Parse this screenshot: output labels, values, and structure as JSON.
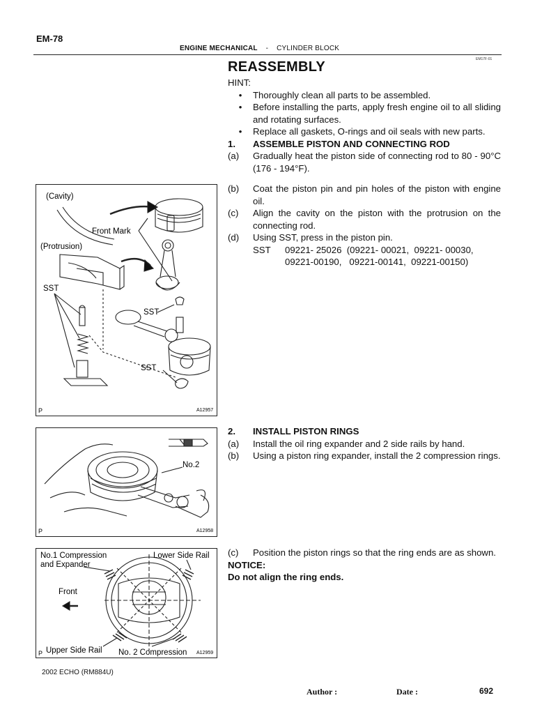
{
  "header": {
    "page_code": "EM-78",
    "section": "ENGINE MECHANICAL",
    "separator": "-",
    "subsection": "CYLINDER BLOCK",
    "doc_id": "EM17F-01"
  },
  "title": "REASSEMBLY",
  "hint": {
    "label": "HINT:",
    "bullets": [
      "Thoroughly clean all parts to be assembled.",
      "Before installing the parts, apply fresh engine oil to all sliding and rotating surfaces.",
      "Replace all gaskets, O-rings and oil seals with new parts."
    ]
  },
  "step1": {
    "num": "1.",
    "heading": "ASSEMBLE PISTON AND CONNECTING ROD",
    "items": [
      {
        "label": "(a)",
        "text": "Gradually heat the piston side of connecting rod to 80 - 90°C (176 - 194°F)."
      },
      {
        "label": "(b)",
        "text": "Coat the piston pin and pin holes of the piston with engine oil."
      },
      {
        "label": "(c)",
        "text": "Align the cavity on the piston with the protrusion on the connecting rod."
      },
      {
        "label": "(d)",
        "text": "Using SST, press in the piston pin."
      }
    ],
    "sst_label": "SST",
    "sst_line1": "09221- 25026  (09221- 00021,  09221- 00030,",
    "sst_line2": "09221-00190,   09221-00141,  09221-00150)"
  },
  "step2": {
    "num": "2.",
    "heading": "INSTALL PISTON RINGS",
    "items": [
      {
        "label": "(a)",
        "text": "Install the oil ring expander and 2 side rails by hand."
      },
      {
        "label": "(b)",
        "text": "Using a piston ring expander, install the 2 compression rings."
      },
      {
        "label": "(c)",
        "text": "Position the piston rings so that the ring ends are as shown."
      }
    ],
    "notice_label": "NOTICE:",
    "notice_text": "Do not align the ring ends."
  },
  "figure1": {
    "labels": {
      "cavity": "(Cavity)",
      "front_mark": "Front Mark",
      "protrusion": "(Protrusion)",
      "sst_a": "SST",
      "sst_b": "SST",
      "sst_c": "SST"
    },
    "corner": "P",
    "id": "A12957"
  },
  "figure2": {
    "labels": {
      "no2": "No.2"
    },
    "corner": "P",
    "id": "A12958"
  },
  "figure3": {
    "labels": {
      "no1_line1": "No.1 Compression",
      "no1_line2": "and Expander",
      "lower_rail": "Lower Side Rail",
      "front": "Front",
      "upper_rail": "Upper Side Rail",
      "no2_comp": "No. 2 Compression"
    },
    "corner": "P",
    "id": "A12959"
  },
  "footer": {
    "model": "2002 ECHO   (RM884U)",
    "author_label": "Author :",
    "date_label": "Date :",
    "page_number": "692"
  }
}
